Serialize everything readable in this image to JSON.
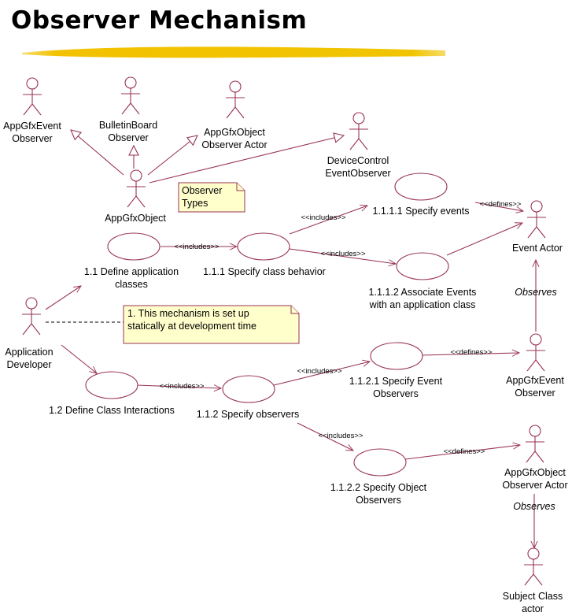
{
  "title": "Observer Mechanism",
  "colors": {
    "line": "#993355",
    "note_fill": "#ffffcc",
    "underline": "#f2c200"
  },
  "actors": {
    "appgfxevent_observer": "AppGfxEvent\nObserver",
    "bulletinboard_observer": "BulletinBoard\nObserver",
    "appgfxobject_observer_actor": "AppGfxObject\nObserver Actor",
    "devicecontrol_eventobserver": "DeviceControl\nEventObserver",
    "appgfxobject": "AppGfxObject",
    "event_actor": "Event Actor",
    "application_developer": "Application\nDeveloper",
    "appgfxevent_observer_right": "AppGfxEvent\nObserver",
    "appgfxobject_observer_actor_right": "AppGfxObject\nObserver Actor",
    "subject_class_actor": "Subject Class\nactor"
  },
  "use_cases": {
    "uc_1_1": "1.1 Define application\nclasses",
    "uc_1_1_1": "1.1.1 Specify class behavior",
    "uc_1_1_1_1": "1.1.1.1 Specify events",
    "uc_1_1_1_2": "1.1.1.2 Associate Events\nwith an application class",
    "uc_1_2": "1.2 Define Class Interactions",
    "uc_1_1_2": "1.1.2 Specify observers",
    "uc_1_1_2_1": "1.1.2.1 Specify Event\nObservers",
    "uc_1_1_2_2": "1.1.2.2 Specify Object\nObservers"
  },
  "notes": {
    "observer_types": "Observer\nTypes",
    "static_mechanism": "1. This mechanism is set up\nstatically at development time"
  },
  "stereotypes": {
    "includes": "<<includes>>",
    "defines": "<<defines>>"
  },
  "relations": {
    "observes": "Observes"
  }
}
